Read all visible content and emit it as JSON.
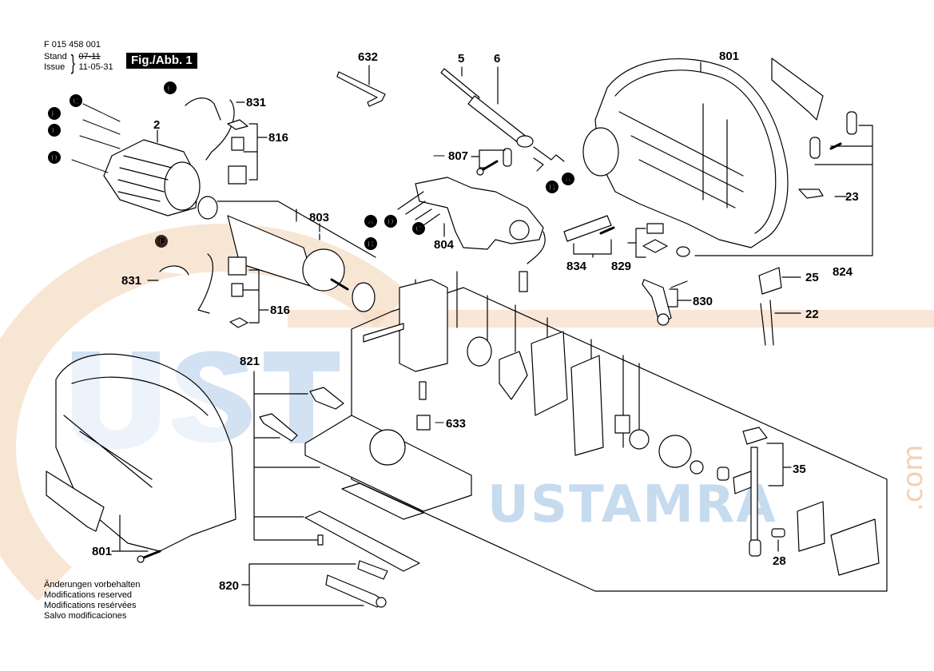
{
  "header": {
    "document_code": "F 015 458 001",
    "stand_label": "Stand",
    "issue_label": "Issue",
    "stand_date": "07-11",
    "issue_date": "11-05-31",
    "figure_label": "Fig./Abb. 1"
  },
  "notes": [
    "Änderungen vorbehalten",
    "Modifications reserved",
    "Modifications resérvées",
    "Salvo modificaciones"
  ],
  "watermark": {
    "letters": "USTAMRA",
    "suffix": ".com",
    "colors": {
      "blue": "#c7dbef",
      "orange": "#f3d0b2"
    }
  },
  "part_labels": {
    "p632": "632",
    "p5": "5",
    "p6": "6",
    "p801_top": "801",
    "p831_top": "831",
    "p816_top": "816",
    "p2": "2",
    "p807": "807",
    "p803": "803",
    "p804": "804",
    "p834": "834",
    "p829": "829",
    "p830": "830",
    "p23": "23",
    "p824": "824",
    "p25": "25",
    "p22": "22",
    "p831_mid": "831",
    "p816_mid": "816",
    "p821": "821",
    "p633": "633",
    "p35": "35",
    "p28": "28",
    "p801_bottom": "801",
    "p820": "820"
  },
  "connector_refs": {
    "c1": "C",
    "e1": "E",
    "f1": "F",
    "d1": "D",
    "e2": "E",
    "f2": "F",
    "a1": "A",
    "b1": "B",
    "a2": "A",
    "d2": "D",
    "c2": "C",
    "b2": "B"
  },
  "colors": {
    "ink": "#000000",
    "ref_dark": "#000000",
    "ref_brown": "#3a2418"
  }
}
